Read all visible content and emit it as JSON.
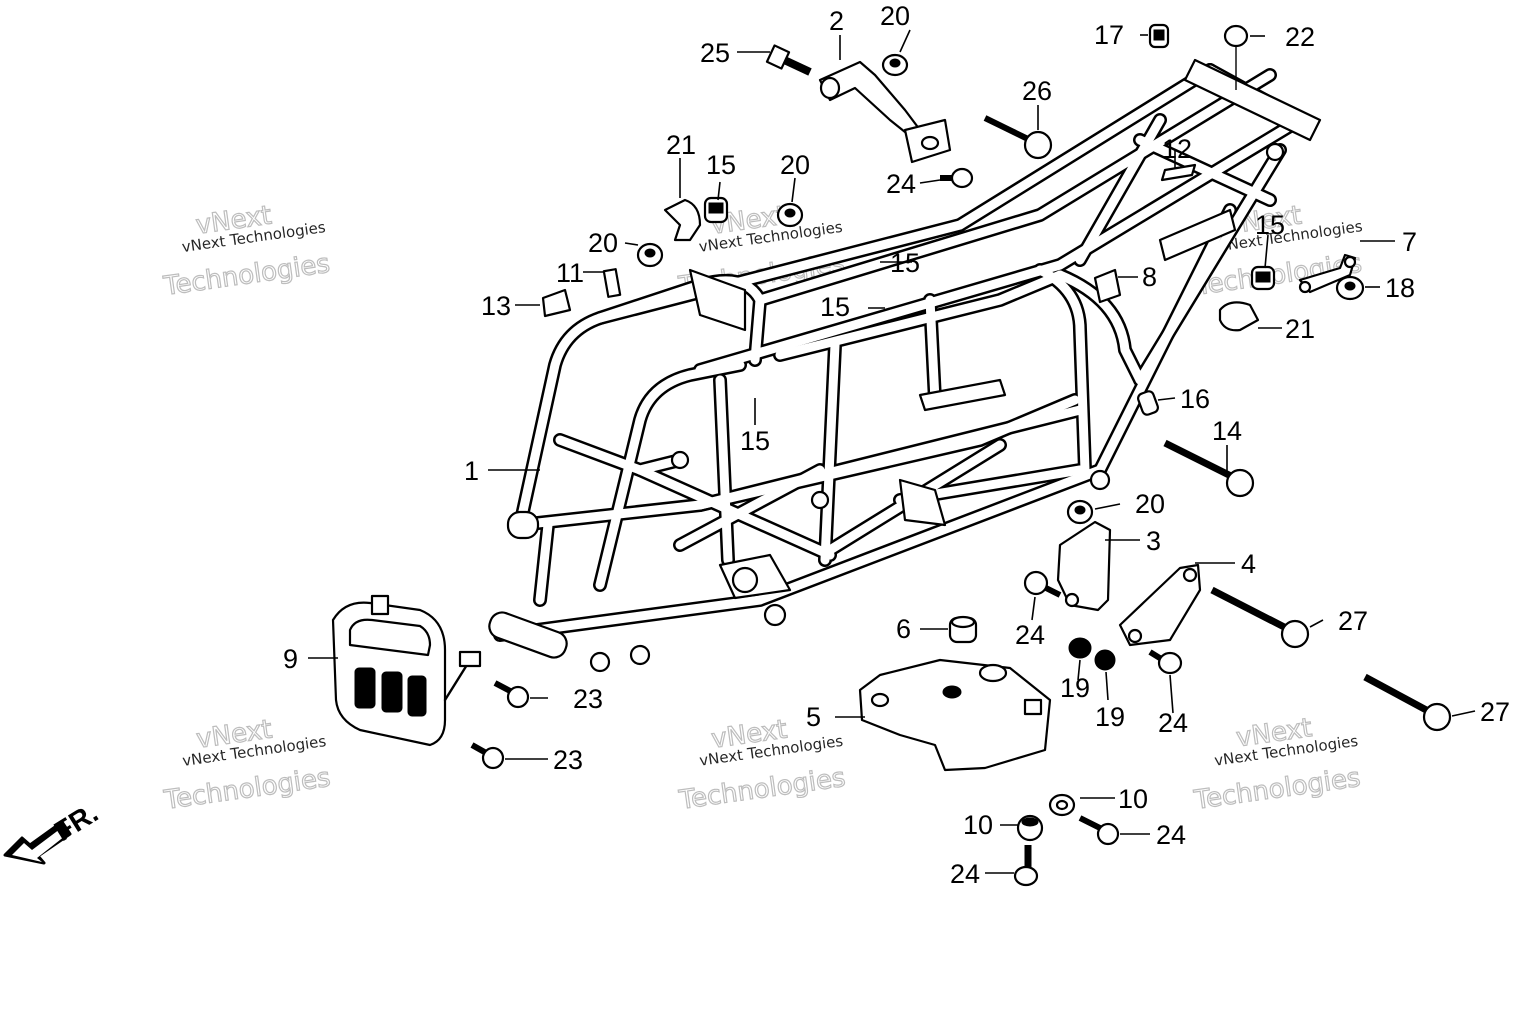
{
  "diagram": {
    "direction_label": "FR.",
    "watermark": {
      "line1": "vNext Technologies",
      "outline_top": "vNext",
      "outline_bottom": "Technologies"
    },
    "callouts": [
      {
        "id": "c1",
        "text": "1"
      },
      {
        "id": "c2",
        "text": "2"
      },
      {
        "id": "c3",
        "text": "3"
      },
      {
        "id": "c4",
        "text": "4"
      },
      {
        "id": "c5",
        "text": "5"
      },
      {
        "id": "c6",
        "text": "6"
      },
      {
        "id": "c7",
        "text": "7"
      },
      {
        "id": "c8",
        "text": "8"
      },
      {
        "id": "c9",
        "text": "9"
      },
      {
        "id": "c10a",
        "text": "10"
      },
      {
        "id": "c10b",
        "text": "10"
      },
      {
        "id": "c11",
        "text": "11"
      },
      {
        "id": "c12",
        "text": "12"
      },
      {
        "id": "c13",
        "text": "13"
      },
      {
        "id": "c14",
        "text": "14"
      },
      {
        "id": "c15a",
        "text": "15"
      },
      {
        "id": "c15b",
        "text": "15"
      },
      {
        "id": "c15c",
        "text": "15"
      },
      {
        "id": "c15d",
        "text": "15"
      },
      {
        "id": "c15e",
        "text": "15"
      },
      {
        "id": "c16",
        "text": "16"
      },
      {
        "id": "c17",
        "text": "17"
      },
      {
        "id": "c18",
        "text": "18"
      },
      {
        "id": "c19a",
        "text": "19"
      },
      {
        "id": "c19b",
        "text": "19"
      },
      {
        "id": "c20a",
        "text": "20"
      },
      {
        "id": "c20b",
        "text": "20"
      },
      {
        "id": "c20c",
        "text": "20"
      },
      {
        "id": "c20d",
        "text": "20"
      },
      {
        "id": "c21a",
        "text": "21"
      },
      {
        "id": "c21b",
        "text": "21"
      },
      {
        "id": "c22",
        "text": "22"
      },
      {
        "id": "c23a",
        "text": "23"
      },
      {
        "id": "c23b",
        "text": "23"
      },
      {
        "id": "c24a",
        "text": "24"
      },
      {
        "id": "c24b",
        "text": "24"
      },
      {
        "id": "c24c",
        "text": "24"
      },
      {
        "id": "c24d",
        "text": "24"
      },
      {
        "id": "c24e",
        "text": "24"
      },
      {
        "id": "c25",
        "text": "25"
      },
      {
        "id": "c26",
        "text": "26"
      },
      {
        "id": "c27a",
        "text": "27"
      },
      {
        "id": "c27b",
        "text": "27"
      }
    ]
  }
}
